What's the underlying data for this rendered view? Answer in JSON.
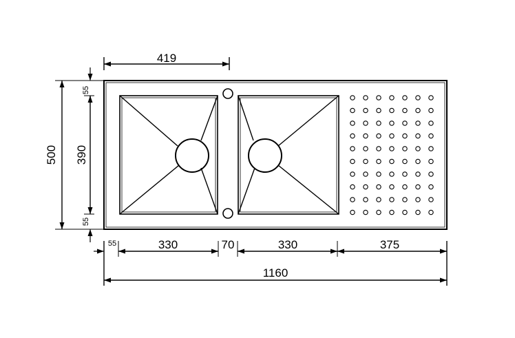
{
  "dimensions": {
    "top_width": "419",
    "overall_height": "500",
    "bowl_height": "390",
    "margin_top": "55",
    "margin_bottom": "55",
    "margin_left": "55",
    "bowl1_width": "330",
    "gap": "70",
    "bowl2_width": "330",
    "drainer_width": "375",
    "overall_width": "1160"
  },
  "drainer": {
    "columns": 7,
    "rows": 10
  }
}
